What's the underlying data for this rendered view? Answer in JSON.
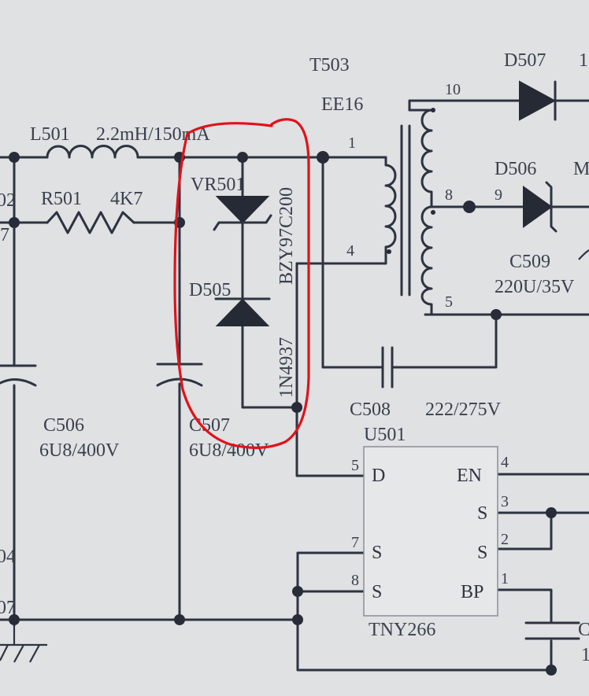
{
  "labels": {
    "T503": "T503",
    "EE16": "EE16",
    "D507": "D507",
    "L501": "L501",
    "L501_value": "2.2mH/150mA",
    "R501": "R501",
    "R501_value": "4K7",
    "VR501": "VR501",
    "VR501_part": "BZY97C200",
    "D505": "D505",
    "D505_part": "1N4937",
    "D506": "D506",
    "C509": "C509",
    "C509_value": "220U/35V",
    "C508": "C508",
    "C508_value": "222/275V",
    "U501": "U501",
    "U501_part": "TNY266",
    "C506": "C506",
    "C506_value": "6U8/400V",
    "C507": "C507",
    "C507_value": "6U8/400V",
    "edge_M": "M",
    "edge_1a": "1",
    "edge_1b": "1",
    "edge_C": "C",
    "edge_02": "02",
    "edge_7": "7",
    "edge_04": "04",
    "edge_07": "07"
  },
  "transformer_pins": {
    "p1": "1",
    "p4": "4",
    "p5": "5",
    "p8": "8",
    "p9": "9",
    "p10": "10"
  },
  "chip_pins": {
    "D": "D",
    "EN": "EN",
    "S3": "S",
    "S2": "S",
    "S7": "S",
    "S8": "S",
    "BP": "BP",
    "n5": "5",
    "n4": "4",
    "n3": "3",
    "n2": "2",
    "n7": "7",
    "n8": "8",
    "n1": "1"
  },
  "colors": {
    "paper": "#dfe1e3",
    "ink": "#2d3340",
    "markup": "#e0121a"
  }
}
